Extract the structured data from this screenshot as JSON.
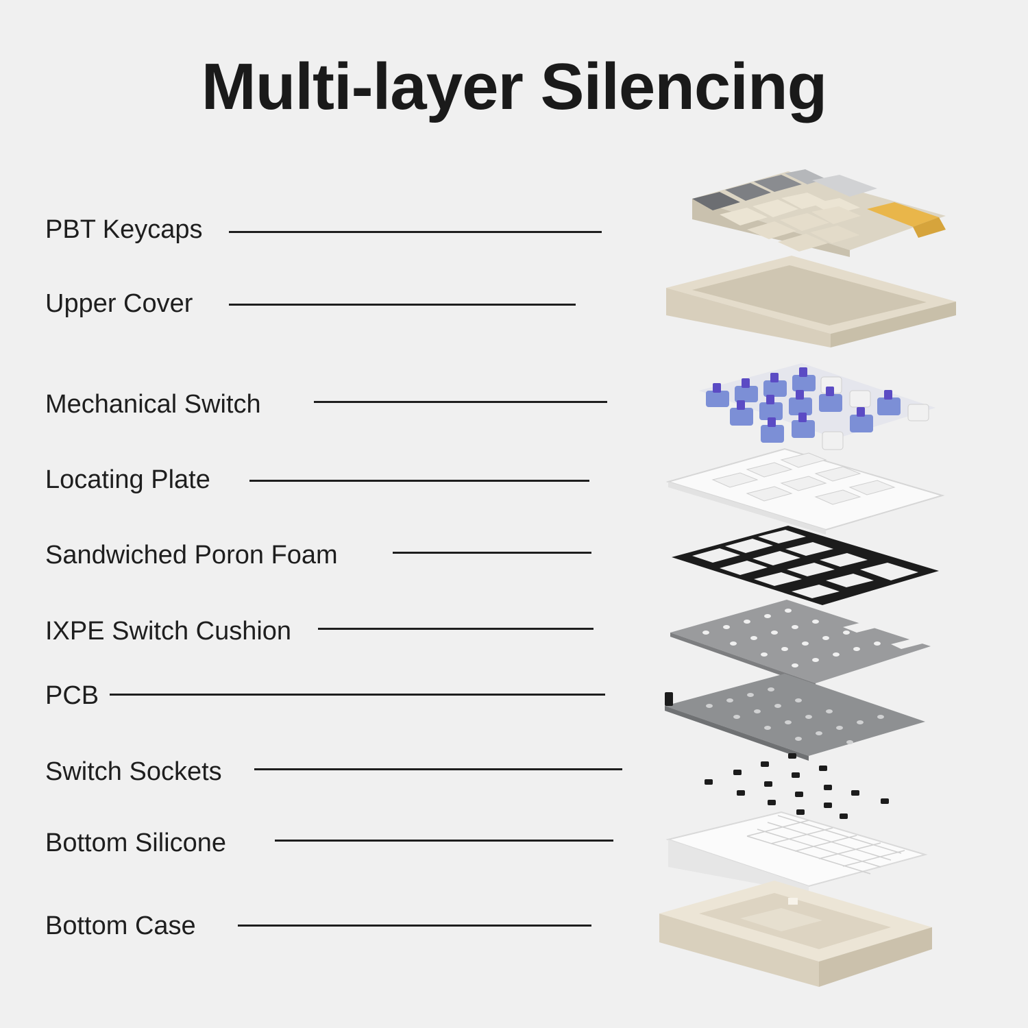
{
  "title": "Multi-layer Silencing",
  "layers": [
    {
      "label": "PBT Keycaps"
    },
    {
      "label": "Upper Cover"
    },
    {
      "label": "Mechanical Switch"
    },
    {
      "label": "Locating Plate"
    },
    {
      "label": "Sandwiched Poron Foam"
    },
    {
      "label": "IXPE Switch Cushion"
    },
    {
      "label": "PCB"
    },
    {
      "label": "Switch Sockets"
    },
    {
      "label": "Bottom Silicone"
    },
    {
      "label": "Bottom Case"
    }
  ],
  "colors": {
    "background": "#f0f0f0",
    "text": "#1e1e1e",
    "keycap_beige": "#e8e0cf",
    "keycap_gray": "#6c6e72",
    "keycap_yellow": "#e9b64a",
    "switch_blue": "#7c8fd6",
    "switch_purple": "#5b4bc4",
    "foam_black": "#1c1c1c",
    "cushion_gray": "#9a9b9d",
    "case_beige": "#e4dccb"
  }
}
